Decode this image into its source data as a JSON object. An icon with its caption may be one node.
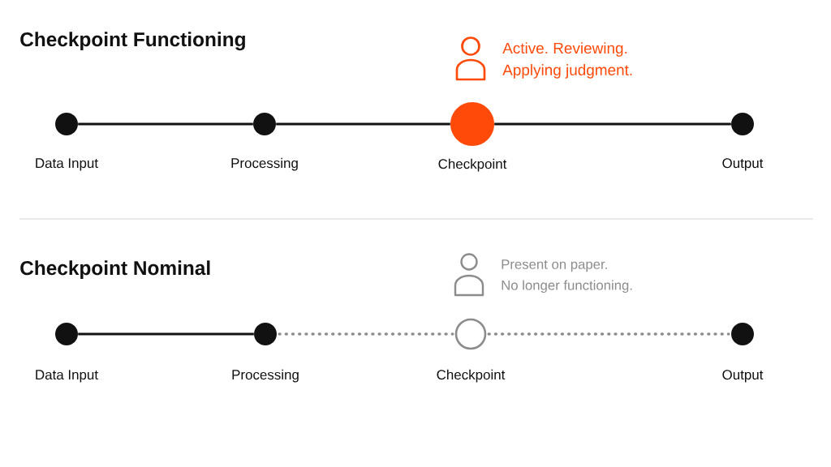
{
  "diagram": {
    "nodes": [
      {
        "text": [
          "Data Input"
        ]
      },
      {
        "text": [
          "Processing"
        ]
      },
      {
        "text": [
          "Checkpoint"
        ],
        "beside": [
          "Active. Reviewing. Applying judgment."
        ]
      },
      {
        "text": [
          "Output"
        ]
      },
      {
        "text": [
          "Data Input"
        ]
      },
      {
        "text": [
          "Processing"
        ]
      },
      {
        "text": [
          "Checkpoint"
        ],
        "beside": [
          "Present on paper. No longer functioning."
        ]
      },
      {
        "text": [
          "Output"
        ]
      }
    ],
    "edges": [
      {
        "from": 0,
        "to": 1,
        "arrow": "none"
      },
      {
        "from": 1,
        "to": 2,
        "arrow": "none"
      },
      {
        "from": 2,
        "to": 3,
        "arrow": "none"
      },
      {
        "from": 4,
        "to": 5,
        "arrow": "none"
      },
      {
        "from": 5,
        "to": 6,
        "arrow": "none",
        "style": "dashed",
        "color": "#8c8c8c"
      },
      {
        "from": 6,
        "to": 7,
        "arrow": "none",
        "style": "dashed",
        "color": "#8c8c8c"
      }
    ],
    "labels": [
      "Checkpoint Functioning",
      "Checkpoint Nominal"
    ]
  }
}
